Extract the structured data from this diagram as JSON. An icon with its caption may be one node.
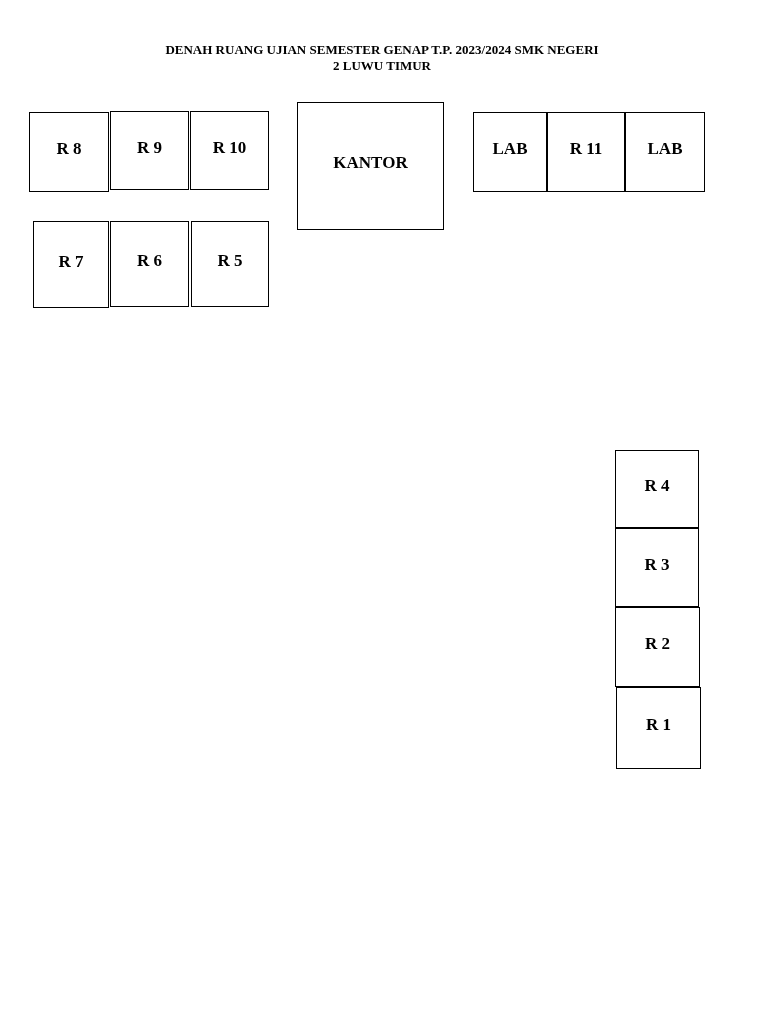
{
  "diagram": {
    "title": "DENAH RUANG UJIAN SEMESTER GENAP T.P. 2023/2024 SMK NEGERI 2 LUWU TIMUR",
    "nodes": [
      {
        "text": [
          "R 8"
        ]
      },
      {
        "text": [
          "R 9"
        ]
      },
      {
        "text": [
          "R 10"
        ]
      },
      {
        "text": [
          "KANTOR"
        ]
      },
      {
        "text": [
          "LAB"
        ]
      },
      {
        "text": [
          "R 11"
        ]
      },
      {
        "text": [
          "LAB"
        ]
      },
      {
        "text": [
          "R 7"
        ]
      },
      {
        "text": [
          "R 6"
        ]
      },
      {
        "text": [
          "R 5"
        ]
      },
      {
        "text": [
          "R 4"
        ]
      },
      {
        "text": [
          "R 3"
        ]
      },
      {
        "text": [
          "R 2"
        ]
      },
      {
        "text": [
          "R 1"
        ]
      }
    ]
  }
}
